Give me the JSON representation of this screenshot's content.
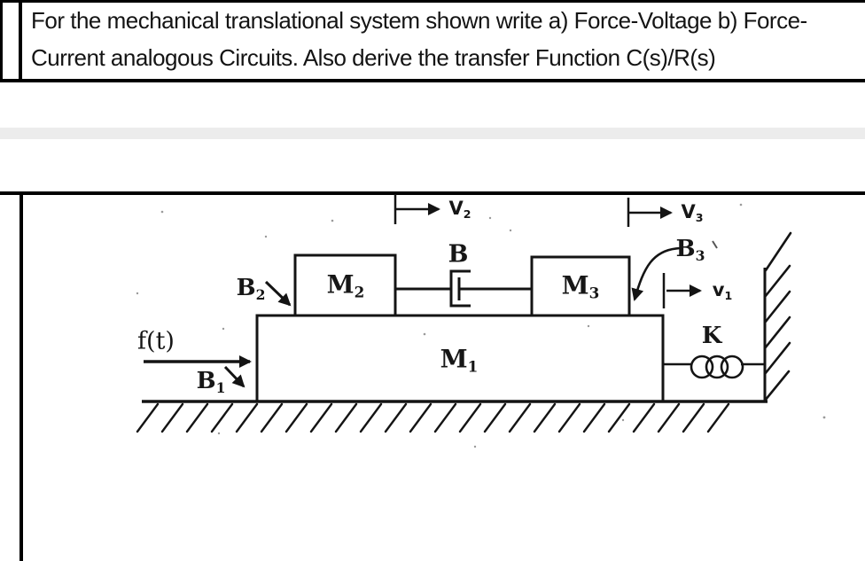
{
  "question": {
    "line1": "For the mechanical translational system shown write a) Force-Voltage b) Force-",
    "line2": "Current analogous Circuits. Also derive the transfer Function C(s)/R(s)"
  },
  "diagram": {
    "labels": {
      "ft": {
        "text": "f(t)"
      },
      "m1": {
        "main": "M",
        "sub": "1"
      },
      "m2": {
        "main": "M",
        "sub": "2"
      },
      "m3": {
        "main": "M",
        "sub": "3"
      },
      "b": {
        "main": "B"
      },
      "b1": {
        "main": "B",
        "sub": "1"
      },
      "b2": {
        "main": "B",
        "sub": "2"
      },
      "b3": {
        "main": "B",
        "sub": "3"
      },
      "k": {
        "main": "K"
      },
      "v1": {
        "main": "v",
        "sub": "1"
      },
      "v2": {
        "main": "V",
        "sub": "2"
      },
      "v3": {
        "main": "V",
        "sub": "3"
      }
    },
    "colors": {
      "ink": "#141414",
      "paper": "#ffffff",
      "divider_band": "#ececec",
      "border": "#000000"
    }
  }
}
